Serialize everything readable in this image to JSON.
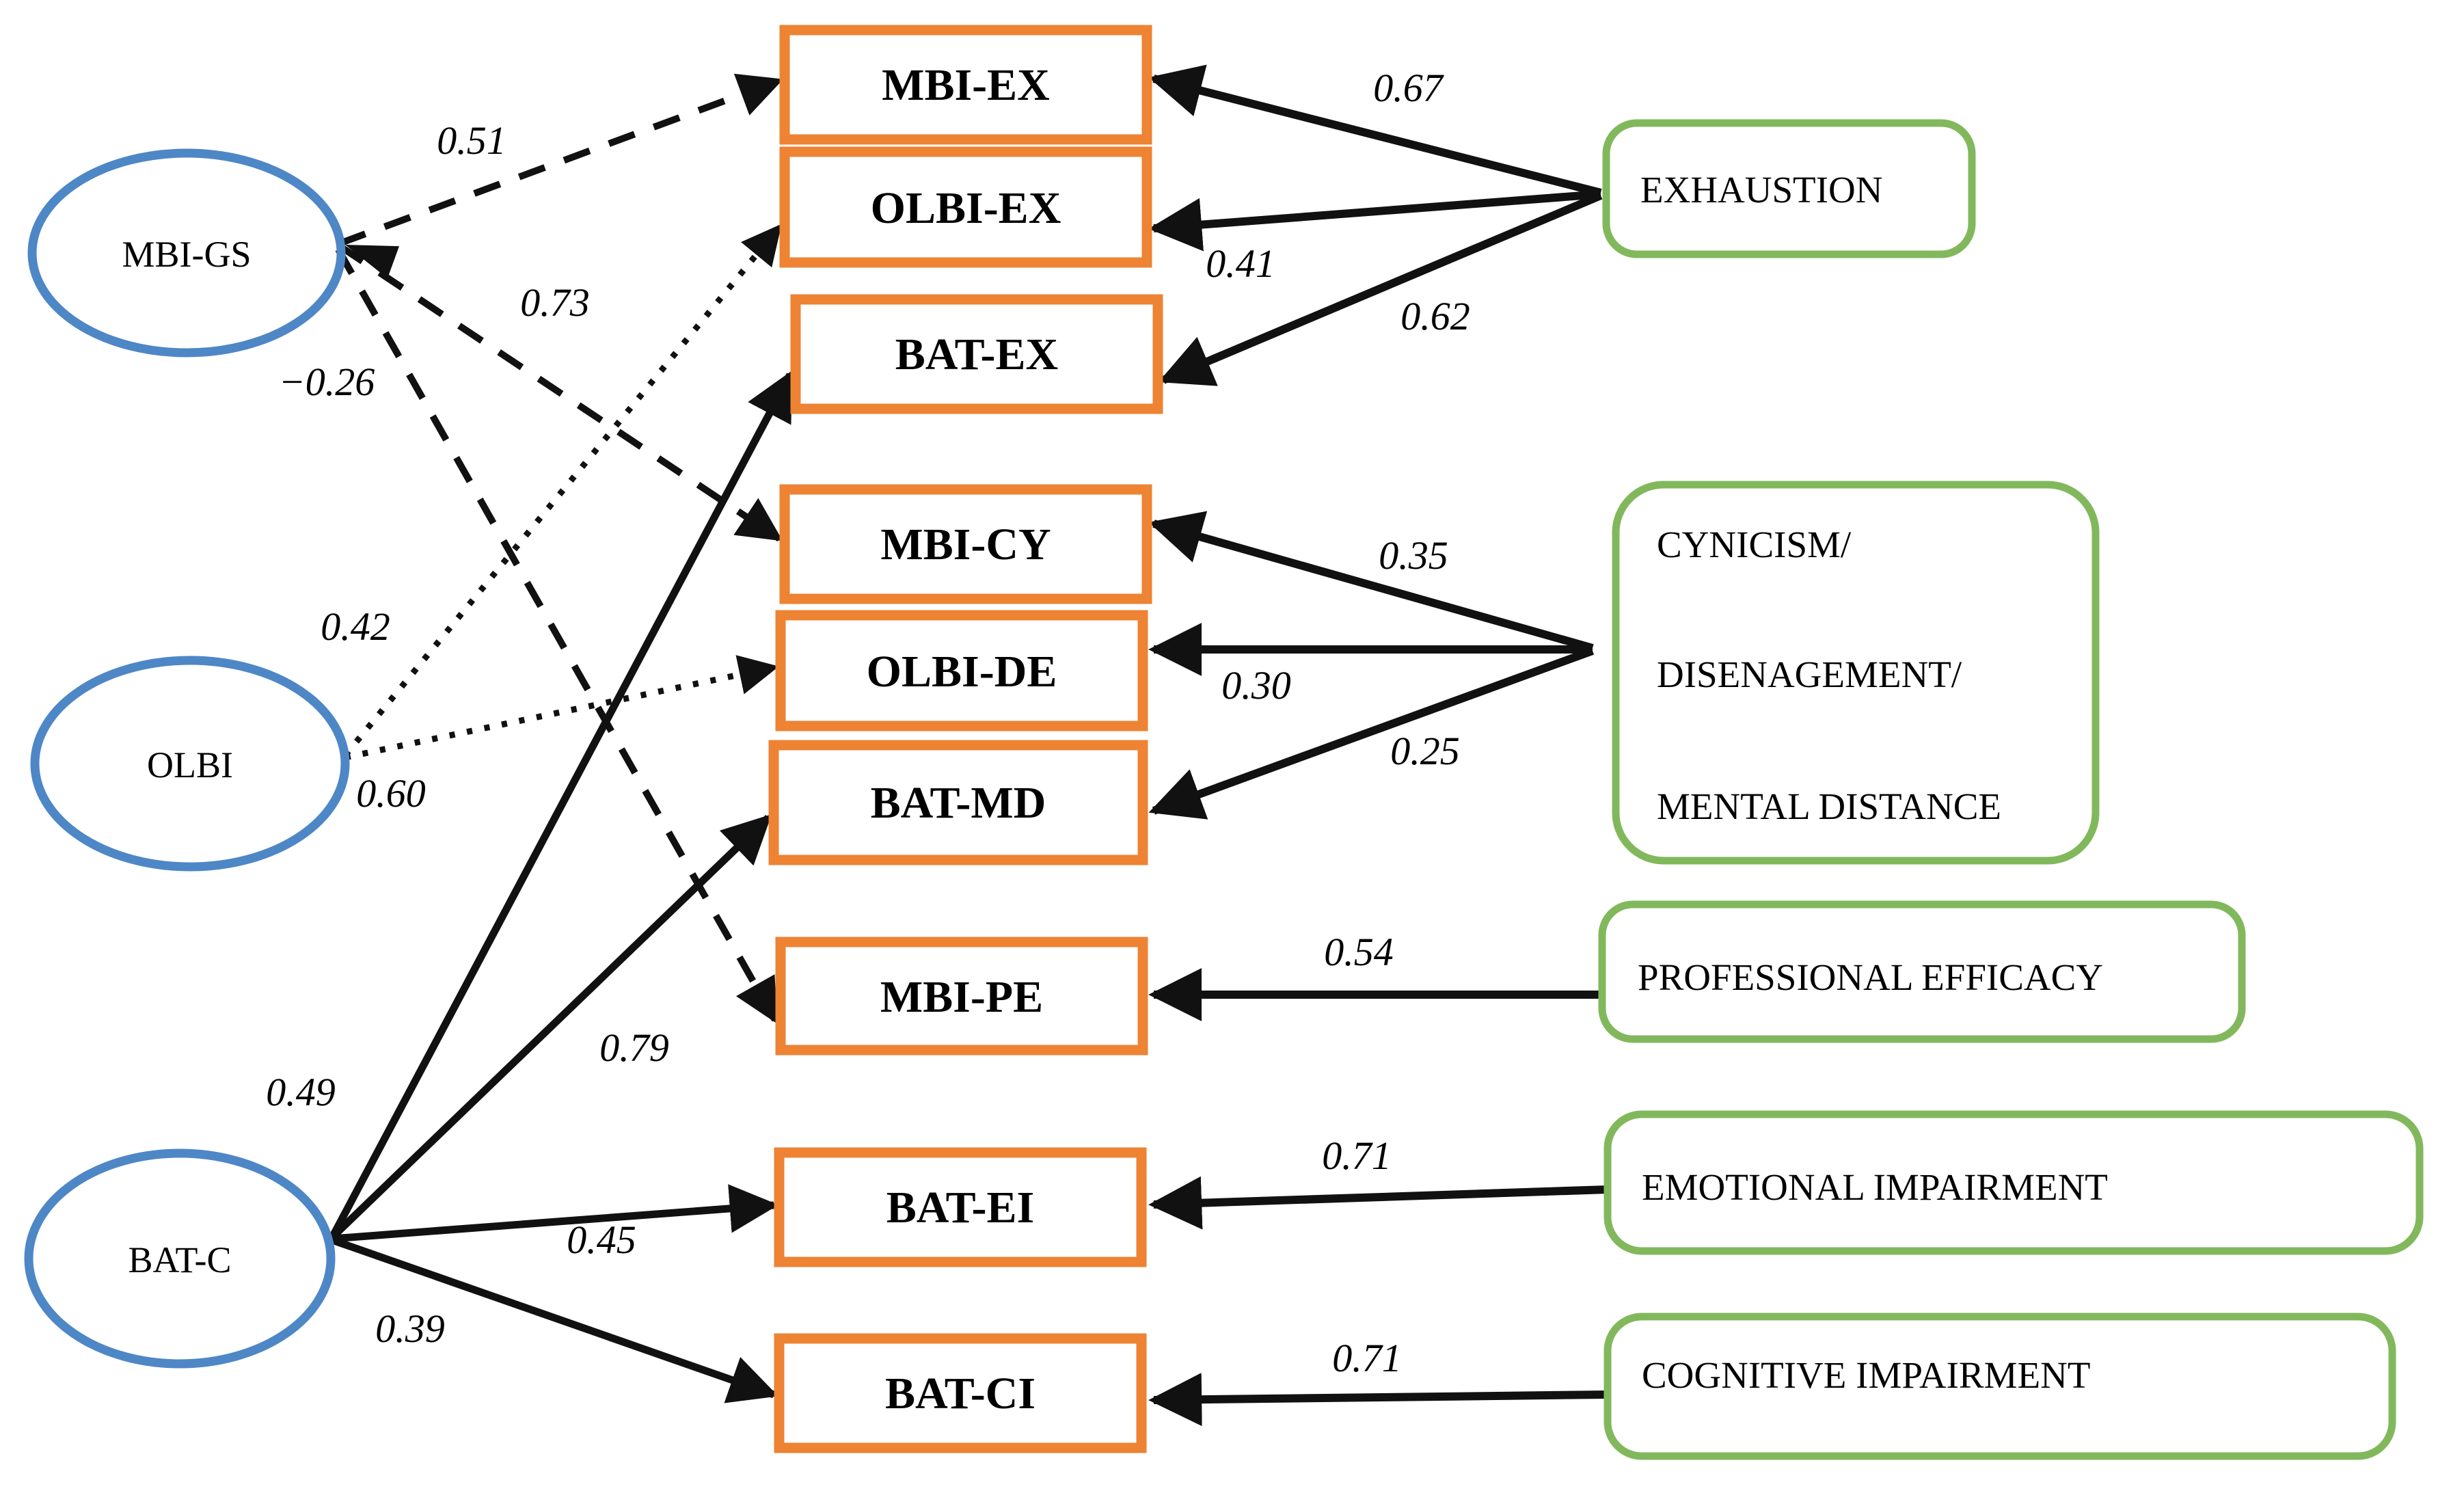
{
  "title": "Burnout measures path diagram",
  "colors": {
    "scale_ellipse_stroke": "#4E87C6",
    "indicator_box_stroke": "#ED8333",
    "factor_box_stroke": "#82B85C",
    "line_color": "#111111",
    "text_color": "#000000",
    "background": "#ffffff"
  },
  "scales": [
    {
      "label": "MBI-GS"
    },
    {
      "label": "OLBI"
    },
    {
      "label": "BAT-C"
    }
  ],
  "indicators": [
    {
      "label": "MBI-EX"
    },
    {
      "label": "OLBI-EX"
    },
    {
      "label": "BAT-EX"
    },
    {
      "label": "MBI-CY"
    },
    {
      "label": "OLBI-DE"
    },
    {
      "label": "BAT-MD"
    },
    {
      "label": "MBI-PE"
    },
    {
      "label": "BAT-EI"
    },
    {
      "label": "BAT-CI"
    }
  ],
  "factors": [
    {
      "label": "EXHAUSTION"
    },
    {
      "lines": [
        "CYNICISM/",
        "DISENAGEMENT/",
        "MENTAL DISTANCE"
      ]
    },
    {
      "label": "PROFESSIONAL EFFICACY"
    },
    {
      "label": "EMOTIONAL IMPAIRMENT"
    },
    {
      "label": "COGNITIVE IMPAIRMENT"
    }
  ],
  "scale_paths": [
    {
      "from": "MBI-GS",
      "to": "MBI-EX",
      "value": "0.51",
      "style": "dashed"
    },
    {
      "from": "MBI-GS",
      "to": "MBI-CY",
      "value": "0.73",
      "style": "dashed"
    },
    {
      "from": "MBI-GS",
      "to": "MBI-PE",
      "value": "−0.26",
      "style": "dashed"
    },
    {
      "from": "OLBI",
      "to": "OLBI-EX",
      "value": "0.42",
      "style": "dotted"
    },
    {
      "from": "OLBI",
      "to": "OLBI-DE",
      "value": "0.60",
      "style": "dotted"
    },
    {
      "from": "BAT-C",
      "to": "BAT-EX",
      "value": "0.49",
      "style": "solid"
    },
    {
      "from": "BAT-C",
      "to": "BAT-MD",
      "value": "0.79",
      "style": "solid"
    },
    {
      "from": "BAT-C",
      "to": "BAT-EI",
      "value": "0.45",
      "style": "solid"
    },
    {
      "from": "BAT-C",
      "to": "BAT-CI",
      "value": "0.39",
      "style": "solid"
    }
  ],
  "factor_loadings": [
    {
      "from": "EXHAUSTION",
      "to": "MBI-EX",
      "value": "0.67"
    },
    {
      "from": "EXHAUSTION",
      "to": "OLBI-EX",
      "value": "0.41"
    },
    {
      "from": "EXHAUSTION",
      "to": "BAT-EX",
      "value": "0.62"
    },
    {
      "from": "CYNICISM/DISENAGEMENT/MENTAL DISTANCE",
      "to": "MBI-CY",
      "value": "0.35"
    },
    {
      "from": "CYNICISM/DISENAGEMENT/MENTAL DISTANCE",
      "to": "OLBI-DE",
      "value": "0.30"
    },
    {
      "from": "CYNICISM/DISENAGEMENT/MENTAL DISTANCE",
      "to": "BAT-MD",
      "value": "0.25"
    },
    {
      "from": "PROFESSIONAL EFFICACY",
      "to": "MBI-PE",
      "value": "0.54"
    },
    {
      "from": "EMOTIONAL IMPAIRMENT",
      "to": "BAT-EI",
      "value": "0.71"
    },
    {
      "from": "COGNITIVE IMPAIRMENT",
      "to": "BAT-CI",
      "value": "0.71"
    }
  ]
}
